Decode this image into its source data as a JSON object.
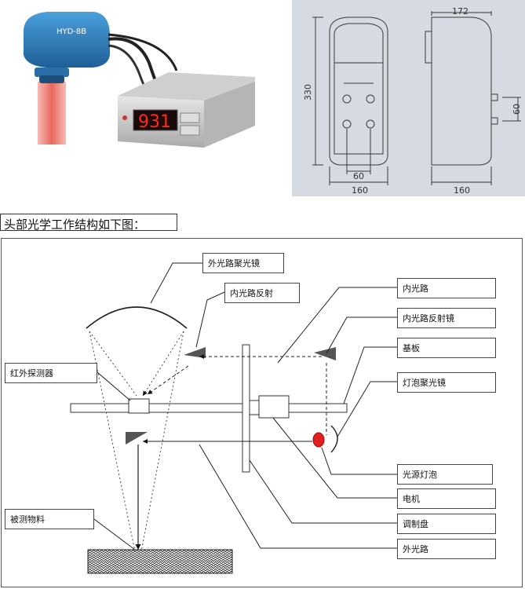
{
  "device": {
    "sensor_head_label": "HYD-8B",
    "display_value": "931"
  },
  "drawing": {
    "dim_top_width": "172",
    "dim_height": "330",
    "dim_hole_spacing": "60",
    "dim_front_width": "160",
    "dim_side_width": "160",
    "dim_side_spacing": "60"
  },
  "heading": "头部光学工作结构如下图：",
  "schematic": {
    "labels": {
      "outer_reflector": "外光路聚光镜",
      "inner_mirror": "内光路反射",
      "ir_detector": "红外探测器",
      "inner_path": "内光路",
      "inner_path_mirror": "内光路反射镜",
      "substrate": "基板",
      "lamp_reflector": "灯泡聚光镜",
      "source_lamp": "光源灯泡",
      "motor": "电机",
      "chopper_disk": "调制盘",
      "outer_path": "外光路",
      "sample": "被测物料"
    }
  },
  "colors": {
    "sensor_blue": "#2f7fc0",
    "laser_red": "#e4574b",
    "display_red": "#ff2a1a",
    "lamp_red": "#e02020"
  }
}
